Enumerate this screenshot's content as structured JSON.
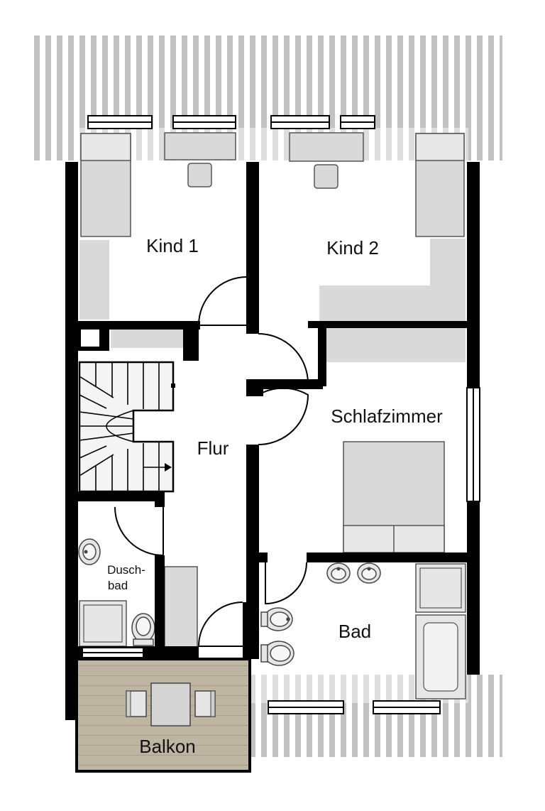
{
  "rooms": {
    "kind1": "Kind 1",
    "kind2": "Kind 2",
    "schlafzimmer": "Schlafzimmer",
    "flur": "Flur",
    "duschbad_line1": "Dusch-",
    "duschbad_line2": "bad",
    "bad": "Bad",
    "balkon": "Balkon"
  },
  "colors": {
    "wall": "#000000",
    "roof_stripe": "#b9b9b9",
    "furniture": "#d9d9d9",
    "balcony_floor": "#bfb5a3"
  }
}
